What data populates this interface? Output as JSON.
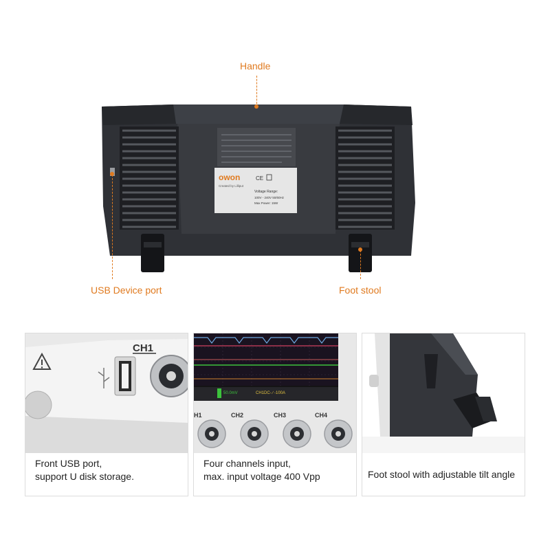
{
  "callouts": {
    "handle": "Handle",
    "usb_device_port": "USB Device port",
    "foot_stool": "Foot stool"
  },
  "rear_label": {
    "brand": "owon",
    "brand_tag": "Created by Lilliput",
    "certs": "CE",
    "voltage_range_label": "Voltage Range:",
    "voltage_values": "100V - 240V   50/60Hz",
    "max_power": "Max Power:   15W"
  },
  "panels": [
    {
      "caption_line1": "Front USB port,",
      "caption_line2": "support U disk storage.",
      "channel_label": "CH1"
    },
    {
      "caption_line1": "Four channels input,",
      "caption_line2": "max. input voltage 400 Vpp",
      "channels": [
        "H1",
        "CH2",
        "CH3",
        "CH4"
      ],
      "screen_readout": "50.0mV",
      "screen_trigger": "CH1DC-  ∕  -100A"
    },
    {
      "caption_line1": "Foot stool with adjustable tilt angle"
    }
  ],
  "colors": {
    "accent": "#e07a1f",
    "body_dark": "#3a3c41",
    "label_bg": "#e6e6e6"
  }
}
